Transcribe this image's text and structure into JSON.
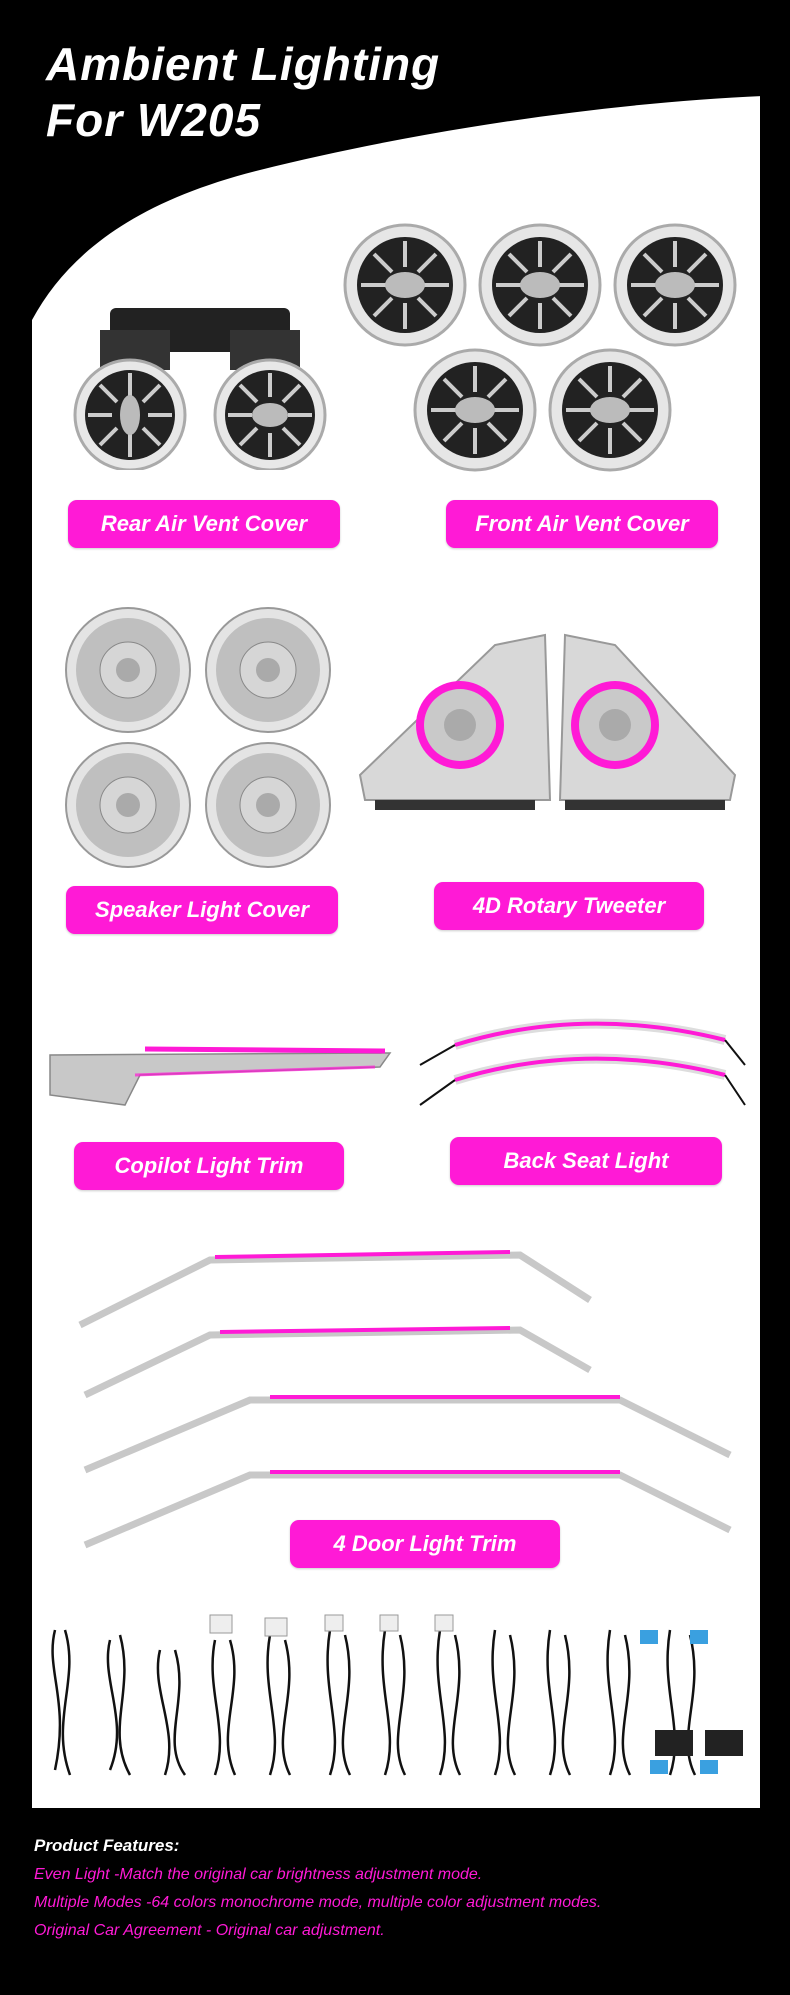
{
  "title": {
    "line1": "Ambient Lighting",
    "line2": "For W205"
  },
  "labels": {
    "rear_vent": "Rear Air Vent Cover",
    "front_vent": "Front Air Vent Cover",
    "speaker": "Speaker Light Cover",
    "tweeter": "4D Rotary Tweeter",
    "copilot": "Copilot Light Trim",
    "back_seat": "Back Seat Light",
    "door_trim": "4 Door Light Trim"
  },
  "features": {
    "heading": "Product Features:",
    "items": [
      "Even Light -Match the original car brightness adjustment mode.",
      "Multiple Modes -64 colors monochrome mode, multiple color adjustment modes.",
      "Original Car Agreement - Original car adjustment."
    ]
  },
  "colors": {
    "accent": "#ff1ad6",
    "background": "#000000",
    "panel": "#ffffff"
  }
}
